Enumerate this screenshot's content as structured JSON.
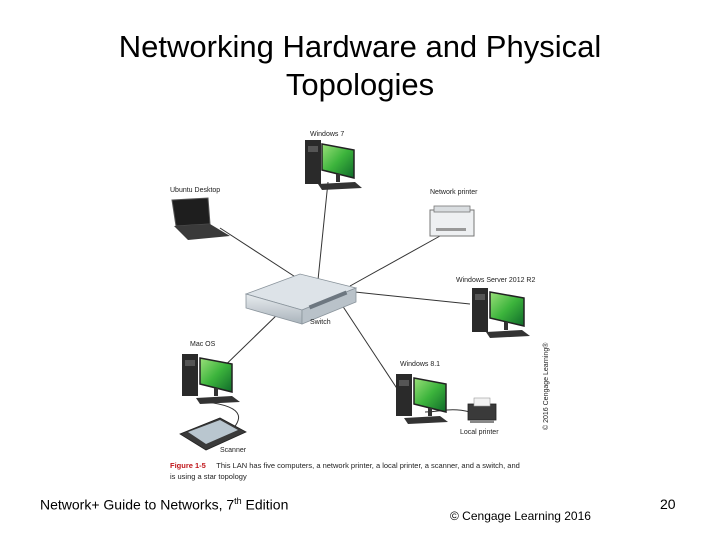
{
  "slide": {
    "title_line1": "Networking Hardware and Physical",
    "title_line2": "Topologies",
    "footer_book": "Network+ Guide to Networks, 7",
    "footer_book_sup": "th",
    "footer_book_end": " Edition",
    "footer_copyright": "© Cengage Learning 2016",
    "page_number": "20"
  },
  "figure": {
    "labels": {
      "windows7": "Windows 7",
      "ubuntu": "Ubuntu Desktop",
      "network_printer": "Network printer",
      "windows_server": "Windows Server 2012 R2",
      "switch": "Switch",
      "macos": "Mac OS",
      "windows81": "Windows 8.1",
      "scanner": "Scanner",
      "local_printer": "Local printer",
      "watermark": "© 2016 Cengage Learning®"
    },
    "caption_fig": "Figure 1-5",
    "caption_line1": "This LAN has five computers, a network printer, a local printer, a scanner, and a switch, and",
    "caption_line2": "is using a star topology",
    "colors": {
      "screen": "#3cb43c",
      "tower": "#2a2a2a",
      "switch": "#cfd6dc",
      "figure_red": "#c0161b"
    }
  }
}
